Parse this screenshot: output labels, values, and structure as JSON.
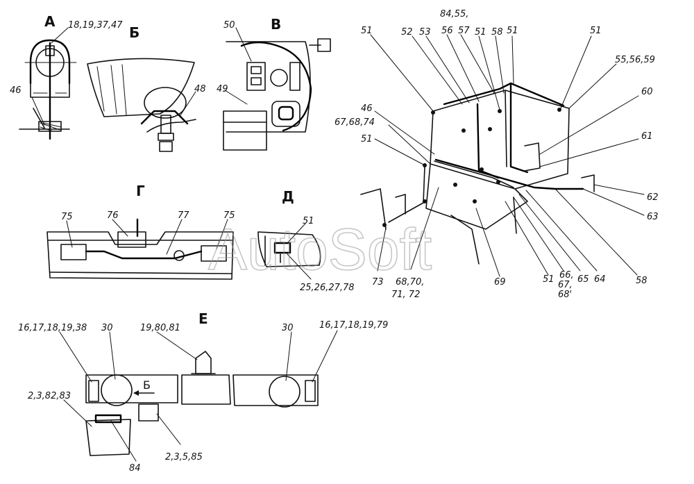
{
  "watermark": "AutoSoft",
  "sections": {
    "a": "А",
    "b": "Б",
    "v": "В",
    "g": "Г",
    "d": "Д",
    "e": "Е",
    "b_arrow": "Б"
  },
  "labels": {
    "l_18_19_37_47": "18,19,37,47",
    "l_46a": "46",
    "l_48": "48",
    "l_50": "50",
    "l_49": "49",
    "l_51_top1": "51",
    "l_52": "52",
    "l_53": "53",
    "l_84_55": "84,55,",
    "l_56": "56",
    "l_57": "57",
    "l_58_top": "58",
    "l_51_top2": "51",
    "l_51_top3": "51",
    "l_51_top4": "51",
    "l_55_56_59": "55,56,59",
    "l_60": "60",
    "l_61": "61",
    "l_62": "62",
    "l_63": "63",
    "l_46b": "46",
    "l_67_68_74": "67,68,74",
    "l_51_left": "51",
    "l_73": "73",
    "l_68_70": "68,70,",
    "l_71_72": "71, 72",
    "l_69": "69",
    "l_51_bot": "51",
    "l_66": "66,",
    "l_67b": "67,",
    "l_68b": "68'",
    "l_65": "65",
    "l_64": "64",
    "l_58_bot": "58",
    "l_75a": "75",
    "l_76": "76",
    "l_77": "77",
    "l_75b": "75",
    "l_51_d": "51",
    "l_25_26_27_78": "25,26,27,78",
    "l_16_17_18_19_38": "16,17,18,19,38",
    "l_30a": "30",
    "l_19_80_81": "19,80,81",
    "l_30b": "30",
    "l_16_17_18_19_79": "16,17,18,19,79",
    "l_2_3_82_83": "2,3,82,83",
    "l_84": "84",
    "l_2_3_5_85": "2,3,5,85"
  }
}
